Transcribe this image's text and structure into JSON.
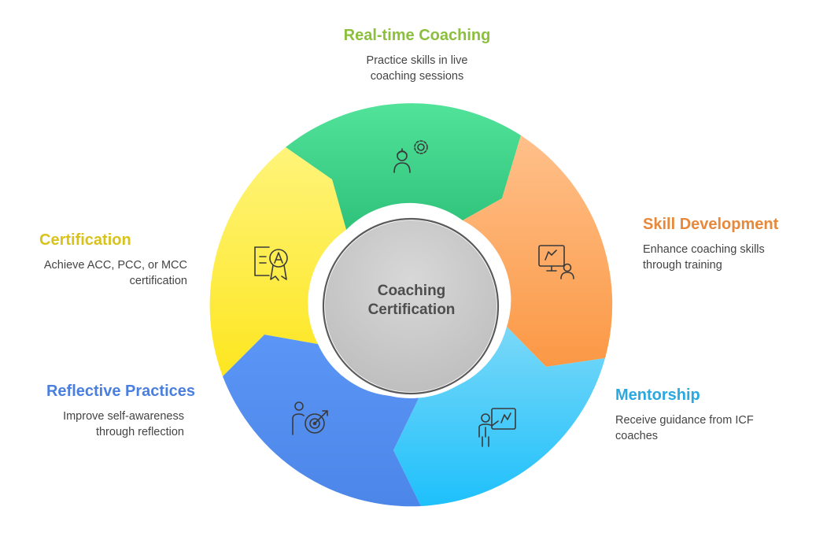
{
  "center": {
    "line1": "Coaching",
    "line2": "Certification"
  },
  "stages": [
    {
      "id": "realtime",
      "title": "Real-time Coaching",
      "desc1": "Practice skills in live",
      "desc2": "coaching sessions",
      "color": "#8bbf3c",
      "icon": "coach-with-gear-icon"
    },
    {
      "id": "skill",
      "title": "Skill Development",
      "desc1": "Enhance coaching skills",
      "desc2": "through training",
      "color": "#e8883a",
      "icon": "training-presentation-icon"
    },
    {
      "id": "mentorship",
      "title": "Mentorship",
      "desc1": "Receive guidance from ICF",
      "desc2": "coaches",
      "color": "#2aa8e0",
      "icon": "mentor-board-icon"
    },
    {
      "id": "reflective",
      "title": "Reflective Practices",
      "desc1": "Improve self-awareness",
      "desc2": "through reflection",
      "color": "#4a7fe0",
      "icon": "person-target-icon"
    },
    {
      "id": "certification",
      "title": "Certification",
      "desc1": "Achieve ACC, PCC, or MCC",
      "desc2": "certification",
      "color": "#d9c21a",
      "icon": "certificate-award-icon"
    }
  ]
}
